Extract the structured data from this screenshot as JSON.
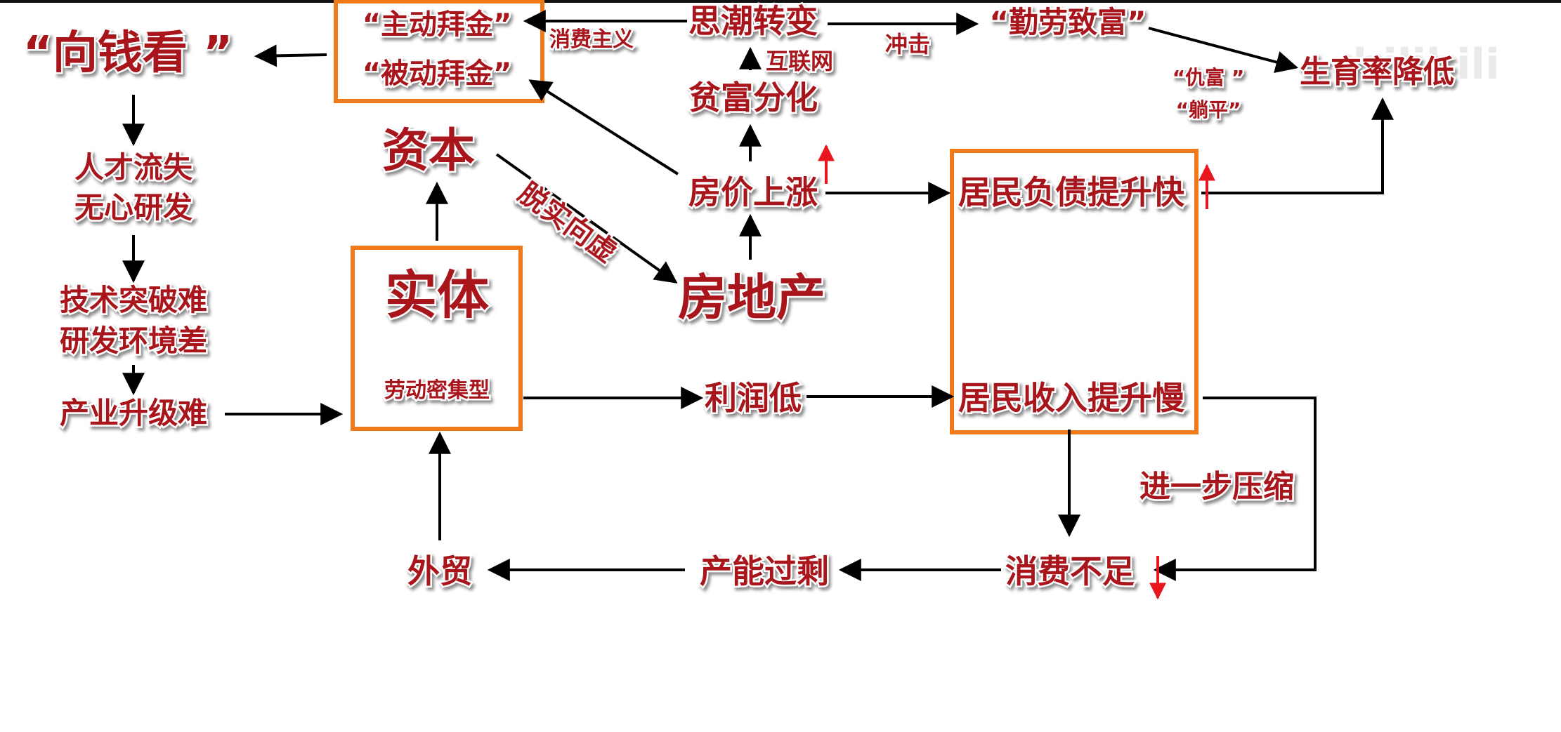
{
  "nodes": {
    "money_view": "“向钱看 ”",
    "worship": "“主动拜金”",
    "worship_passive": "“被动拜金”",
    "consumerism": "消费主义",
    "trend_change": "思潮转变",
    "impact": "冲击",
    "diligence": "“勤劳致富”",
    "birth_rate": "生育率降低",
    "hate_rich": "“仇富 ”",
    "lie_flat": "“躺平”",
    "internet": "互联网",
    "wealth_gap": "贫富分化",
    "capital": "资本",
    "talent_loss": "人才流失",
    "no_research": "无心研发",
    "tech_hard": "技术突破难",
    "research_env": "研发环境差",
    "industry_upgrade": "产业升级难",
    "entity": "实体",
    "labor_intensive": "劳动密集型",
    "virtual": "脱实向虚",
    "house_price": "房价上涨",
    "real_estate": "房地产",
    "debt": "居民负债提升快",
    "income": "居民收入提升慢",
    "low_profit": "利润低",
    "compress": "进一步压缩",
    "foreign_trade": "外贸",
    "overcapacity": "产能过剩",
    "low_consumption": "消费不足"
  },
  "watermark": "bilibili",
  "colors": {
    "text": "#a8121c",
    "box": "#f07a1a",
    "arrow": "#000000",
    "up_down": "#e8161e"
  }
}
